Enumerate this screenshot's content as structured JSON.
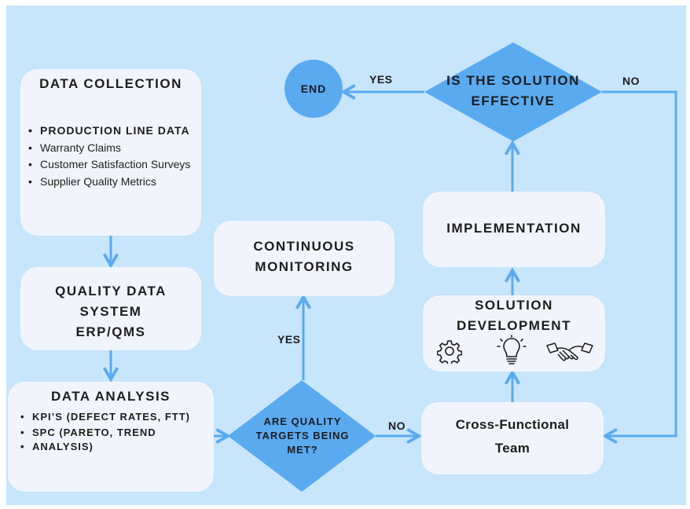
{
  "data_collection": {
    "title": "DATA COLLECTION",
    "items": [
      "PRODUCTION LINE DATA",
      "Warranty Claims",
      "Customer Satisfaction Surveys",
      "Supplier Quality Metrics"
    ]
  },
  "quality_system": {
    "line1": "QUALITY DATA",
    "line2": "SYSTEM",
    "line3": "ERP/QMS"
  },
  "data_analysis": {
    "title": "DATA ANALYSIS",
    "items": [
      "KPI’S (DEFECT RATES,  FTT)",
      "SPC (PARETO, TREND",
      "ANALYSIS)"
    ]
  },
  "decision_targets": {
    "line1": "ARE QUALITY",
    "line2": "TARGETS BEING",
    "line3": "MET?"
  },
  "continuous_monitoring": {
    "line1": "CONTINUOUS",
    "line2": "MONITORING"
  },
  "cross_functional": {
    "line1": "Cross-Functional",
    "line2": "Team"
  },
  "solution_development": {
    "line1": "SOLUTION",
    "line2": "DEVELOPMENT",
    "icons": [
      "gear-icon",
      "lightbulb-icon",
      "handshake-icon"
    ]
  },
  "implementation": {
    "label": "IMPLEMENTATION"
  },
  "decision_effective": {
    "line1": "IS THE SOLUTION",
    "line2": "EFFECTIVE"
  },
  "end_node": {
    "label": "END"
  },
  "edge_labels": {
    "yes_top": "YES",
    "no_top": "NO",
    "yes_mid": "YES",
    "no_mid": "NO"
  },
  "colors": {
    "background": "#c7e5fb",
    "box": "#f1f5fb",
    "accent": "#5aaaf0",
    "arrow": "#5aaaf0",
    "text": "#1d1d1d"
  }
}
